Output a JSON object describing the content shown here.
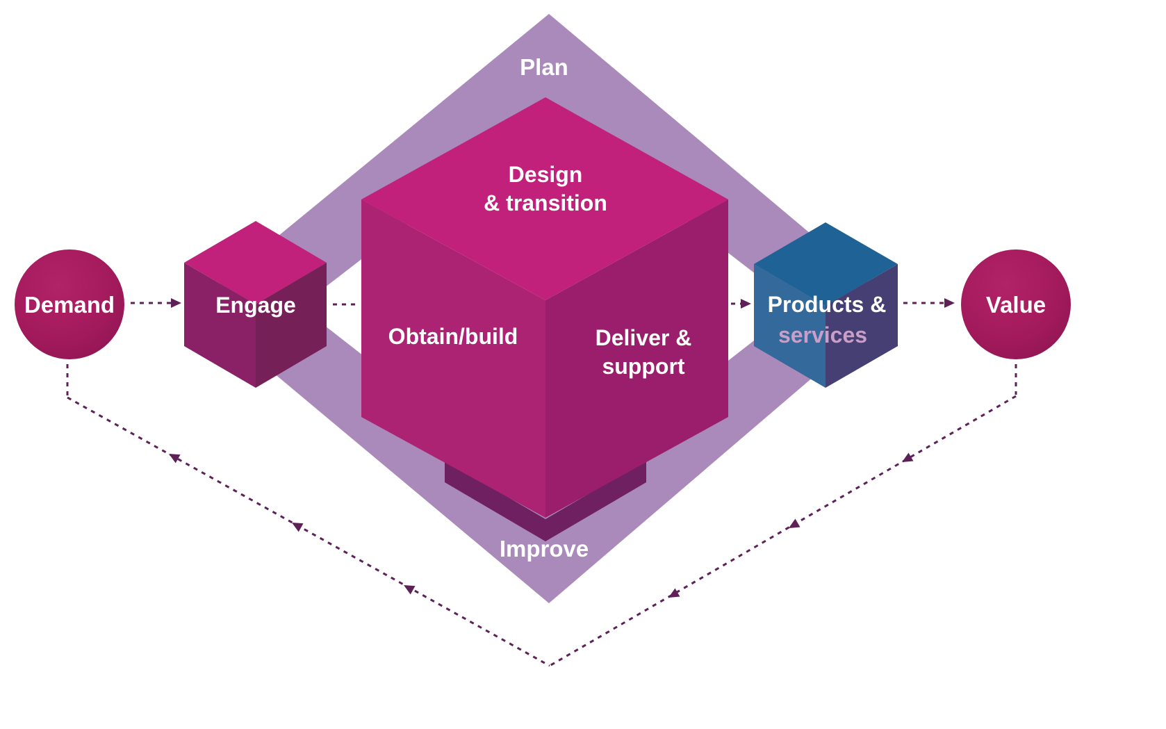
{
  "labels": {
    "plan": "Plan",
    "improve": "Improve",
    "demand": "Demand",
    "value": "Value",
    "engage": "Engage",
    "design_line1": "Design",
    "design_line2": "& transition",
    "obtain_build": "Obtain/build",
    "deliver_line1": "Deliver &",
    "deliver_line2": "support",
    "products_line1": "Products &",
    "products_line2": "services"
  },
  "colors": {
    "background": "#FFFFFF",
    "ring": "#A98ABA",
    "ring_shadow": "#6E2060",
    "core_cube_top": "#C1217A",
    "core_cube_left": "#AC2374",
    "core_cube_right": "#9B1E6C",
    "engage_top": "#C1217A",
    "engage_left": "#8A2166",
    "engage_right": "#762058",
    "products_top": "#1F6295",
    "products_left": "#336A9B",
    "products_right": "#463F74",
    "circle_light": "#B22367",
    "circle_mid": "#A21A5C",
    "circle_dark": "#8C1450",
    "arrow": "#5D2157",
    "label": "#FFFFFF",
    "services_label": "#C79FC9"
  }
}
